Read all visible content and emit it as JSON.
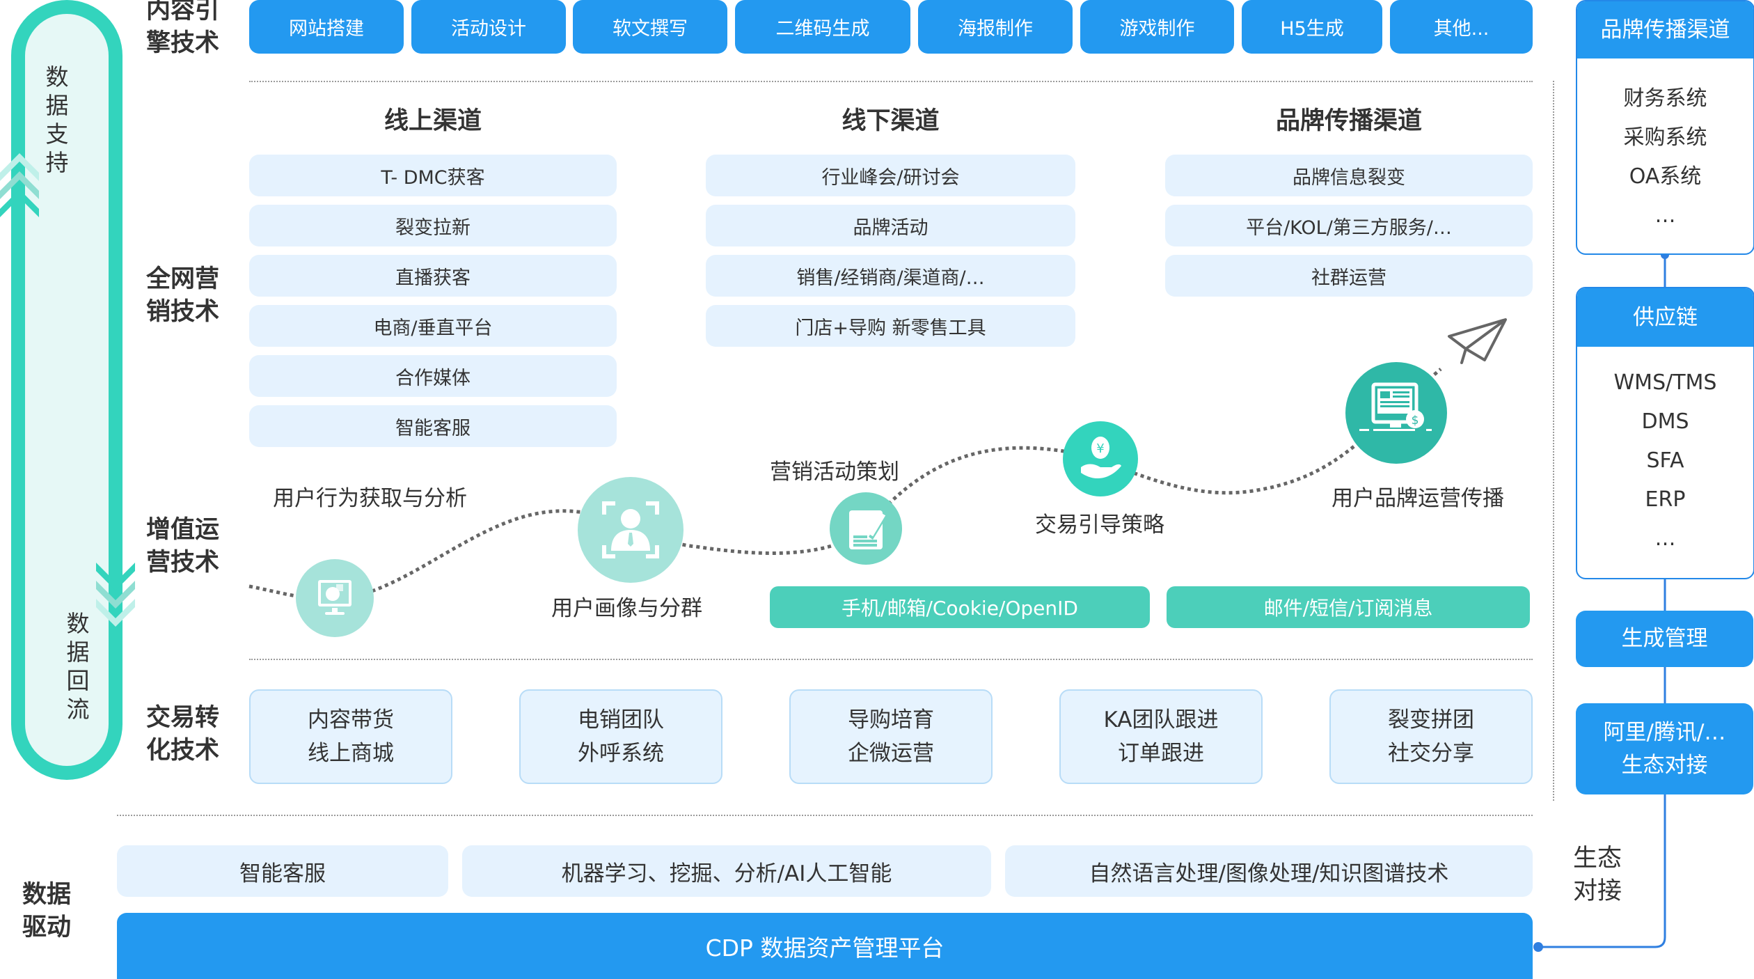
{
  "loop": {
    "up_label": "数据支持",
    "down_label": "数据回流",
    "colors": {
      "ring": "#33d4bd",
      "fill": "#e6f8f6"
    }
  },
  "sections": {
    "content_engine": "内容引擎技术",
    "full_network": "全网营销技术",
    "value_added": "增值运营技术",
    "transaction": "交易转化技术",
    "data_driven": "数据驱动"
  },
  "content_engine_buttons": [
    "网站搭建",
    "活动设计",
    "软文撰写",
    "二维码生成",
    "海报制作",
    "游戏制作",
    "H5生成",
    "其他..."
  ],
  "channels": [
    {
      "title": "线上渠道",
      "items": [
        "T- DMC获客",
        "裂变拉新",
        "直播获客",
        "电商/垂直平台",
        "合作媒体",
        "智能客服"
      ]
    },
    {
      "title": "线下渠道",
      "items": [
        "行业峰会/研讨会",
        "品牌活动",
        "销售/经销商/渠道商/…",
        "门店+导购 新零售工具"
      ]
    },
    {
      "title": "品牌传播渠道",
      "items": [
        "品牌信息裂变",
        "平台/KOL/第三方服务/…",
        "社群运营"
      ]
    }
  ],
  "steps": [
    {
      "label": "用户行为获取与分析",
      "icon": "monitor-chart-icon"
    },
    {
      "label": "用户画像与分群",
      "icon": "user-profile-icon"
    },
    {
      "label": "营销活动策划",
      "icon": "document-edit-icon"
    },
    {
      "label": "交易引导策略",
      "icon": "hand-money-icon"
    },
    {
      "label": "用户品牌运营传播",
      "icon": "ads-monitor-icon"
    }
  ],
  "step_tags": [
    "手机/邮箱/Cookie/OpenID",
    "邮件/短信/订阅消息"
  ],
  "transaction_boxes": [
    [
      "内容带货",
      "线上商城"
    ],
    [
      "电销团队",
      "外呼系统"
    ],
    [
      "导购培育",
      "企微运营"
    ],
    [
      "KA团队跟进",
      "订单跟进"
    ],
    [
      "裂变拼团",
      "社交分享"
    ]
  ],
  "data_boxes": [
    "智能客服",
    "机器学习、挖掘、分析/AI人工智能",
    "自然语言处理/图像处理/知识图谱技术"
  ],
  "cdp_label": "CDP 数据资产管理平台",
  "right_panel": {
    "cards": [
      {
        "title": "品牌传播渠道",
        "items": [
          "财务系统",
          "采购系统",
          "OA系统",
          "…"
        ]
      },
      {
        "title": "供应链",
        "items": [
          "WMS/TMS",
          "DMS",
          "SFA",
          "ERP",
          "…"
        ]
      }
    ],
    "solid": [
      {
        "lines": [
          "生成管理"
        ]
      },
      {
        "lines": [
          "阿里/腾讯/…",
          "生态对接"
        ]
      }
    ],
    "eco_label": [
      "生态",
      "对接"
    ]
  },
  "colors": {
    "primary": "#2399f0",
    "teal": "#4ccfba",
    "light": "#e5f2fe",
    "line": "#2388e8"
  }
}
